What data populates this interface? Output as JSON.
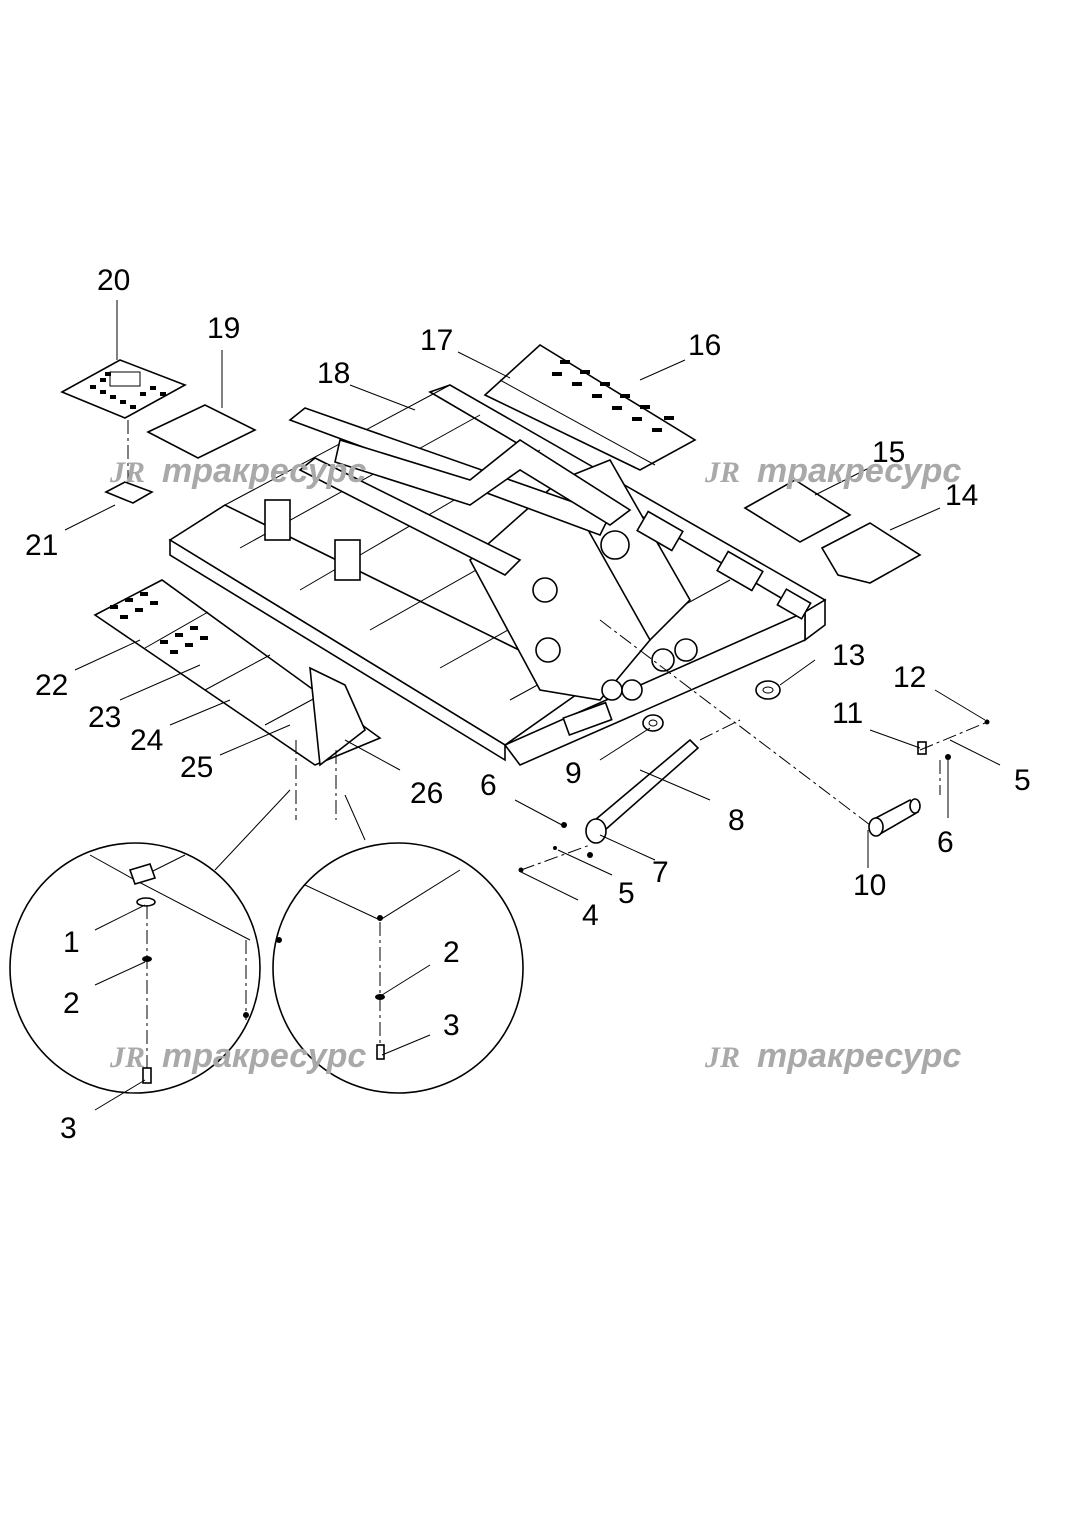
{
  "watermark": {
    "logo": "JR",
    "text": "тракресурс",
    "color": "#a9a9a9"
  },
  "callouts": {
    "c1": "1",
    "c2a": "2",
    "c2b": "2",
    "c3a": "3",
    "c3b": "3",
    "c4": "4",
    "c5a": "5",
    "c5b": "5",
    "c6a": "6",
    "c6b": "6",
    "c7": "7",
    "c8": "8",
    "c9": "9",
    "c10": "10",
    "c11": "11",
    "c12": "12",
    "c13": "13",
    "c14": "14",
    "c15": "15",
    "c16": "16",
    "c17": "17",
    "c18": "18",
    "c19": "19",
    "c20": "20",
    "c21": "21",
    "c22": "22",
    "c23": "23",
    "c24": "24",
    "c25": "25",
    "c26": "26"
  }
}
